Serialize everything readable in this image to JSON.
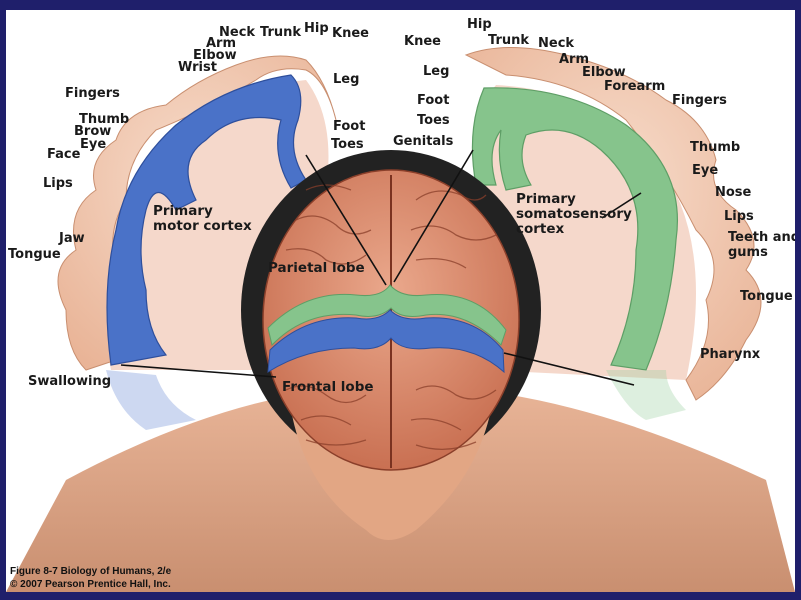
{
  "figure": {
    "caption_line1": "Figure 8-7  Biology of Humans, 2/e",
    "caption_line2": "© 2007 Pearson Prentice Hall, Inc."
  },
  "motor_labels": {
    "neck": "Neck",
    "trunk": "Trunk",
    "hip": "Hip",
    "knee": "Knee",
    "arm": "Arm",
    "elbow": "Elbow",
    "wrist": "Wrist",
    "leg": "Leg",
    "fingers": "Fingers",
    "foot": "Foot",
    "toes": "Toes",
    "thumb": "Thumb",
    "brow": "Brow",
    "eye": "Eye",
    "face": "Face",
    "lips": "Lips",
    "jaw": "Jaw",
    "tongue": "Tongue",
    "swallowing": "Swallowing",
    "cortex_line1": "Primary",
    "cortex_line2": "motor cortex"
  },
  "sensory_labels": {
    "hip": "Hip",
    "knee": "Knee",
    "trunk": "Trunk",
    "neck": "Neck",
    "arm": "Arm",
    "elbow": "Elbow",
    "forearm": "Forearm",
    "leg": "Leg",
    "fingers": "Fingers",
    "foot": "Foot",
    "toes": "Toes",
    "genitals": "Genitals",
    "thumb": "Thumb",
    "eye": "Eye",
    "nose": "Nose",
    "lips": "Lips",
    "teeth_line1": "Teeth and",
    "teeth_line2": "gums",
    "tongue": "Tongue",
    "pharynx": "Pharynx",
    "cortex_line1": "Primary",
    "cortex_line2": "somatosensory",
    "cortex_line3": "cortex"
  },
  "brain_labels": {
    "parietal": "Parietal lobe",
    "frontal": "Frontal lobe"
  },
  "colors": {
    "motor_cortex": "#4a72c8",
    "sensory_cortex": "#86c48c",
    "skin": "#f3c9b0",
    "brain": "#d98a6c",
    "hair": "#222222",
    "frame_border": "#1f1f6b"
  }
}
